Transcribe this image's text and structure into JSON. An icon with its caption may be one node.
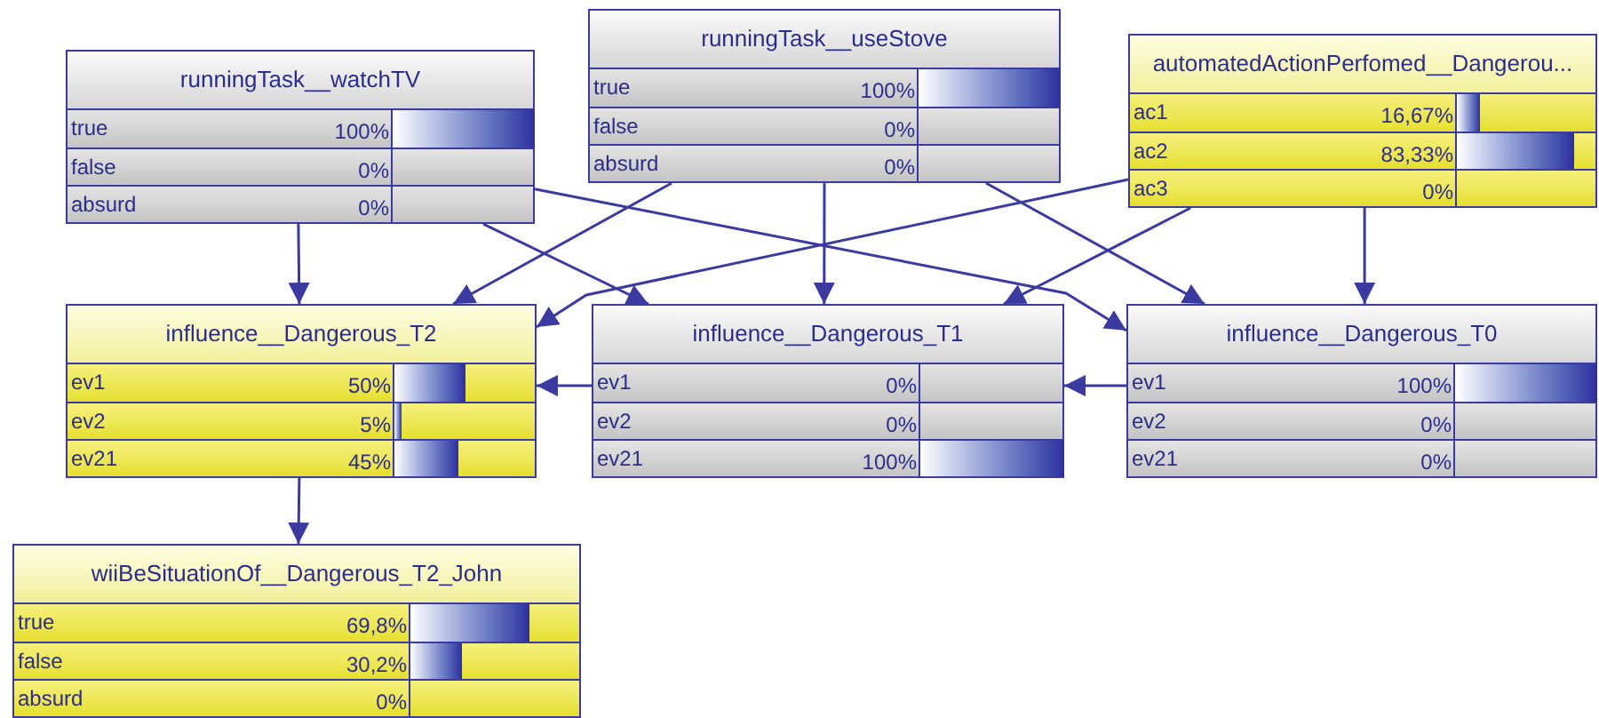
{
  "diagram": {
    "nodes": [
      {
        "text": [
          "runningTask__watchTV",
          "true",
          "100%",
          "false",
          "0%",
          "absurd",
          "0%"
        ]
      },
      {
        "text": [
          "runningTask__useStove",
          "true",
          "100%",
          "false",
          "0%",
          "absurd",
          "0%"
        ]
      },
      {
        "text": [
          "automatedActionPerfomed__Dangerou...",
          "ac1",
          "16,67%",
          "ac2",
          "83,33%",
          "ac3",
          "0%"
        ]
      },
      {
        "text": [
          "influence__Dangerous_T2",
          "ev1",
          "50%",
          "ev2",
          "5%",
          "ev21",
          "45%"
        ]
      },
      {
        "text": [
          "influence__Dangerous_T1",
          "ev1",
          "0%",
          "ev2",
          "0%",
          "ev21",
          "100%"
        ]
      },
      {
        "text": [
          "influence__Dangerous_T0",
          "ev1",
          "100%",
          "ev2",
          "0%",
          "ev21",
          "0%"
        ]
      },
      {
        "text": [
          "wiiBeSituationOf__Dangerous_T2_John",
          "true",
          "69,8%",
          "false",
          "30,2%",
          "absurd",
          "0%"
        ]
      }
    ],
    "edges": [
      {
        "from": 0,
        "to": 3,
        "arrow": "to"
      },
      {
        "from": 0,
        "to": 4,
        "arrow": "to"
      },
      {
        "from": 0,
        "to": 5,
        "arrow": "to"
      },
      {
        "from": 1,
        "to": 3,
        "arrow": "to"
      },
      {
        "from": 1,
        "to": 4,
        "arrow": "to"
      },
      {
        "from": 1,
        "to": 5,
        "arrow": "to"
      },
      {
        "from": 2,
        "to": 3,
        "arrow": "to"
      },
      {
        "from": 2,
        "to": 4,
        "arrow": "to"
      },
      {
        "from": 2,
        "to": 5,
        "arrow": "to"
      },
      {
        "from": 4,
        "to": 3,
        "arrow": "to"
      },
      {
        "from": 5,
        "to": 4,
        "arrow": "to"
      },
      {
        "from": 3,
        "to": 6,
        "arrow": "to"
      }
    ]
  }
}
